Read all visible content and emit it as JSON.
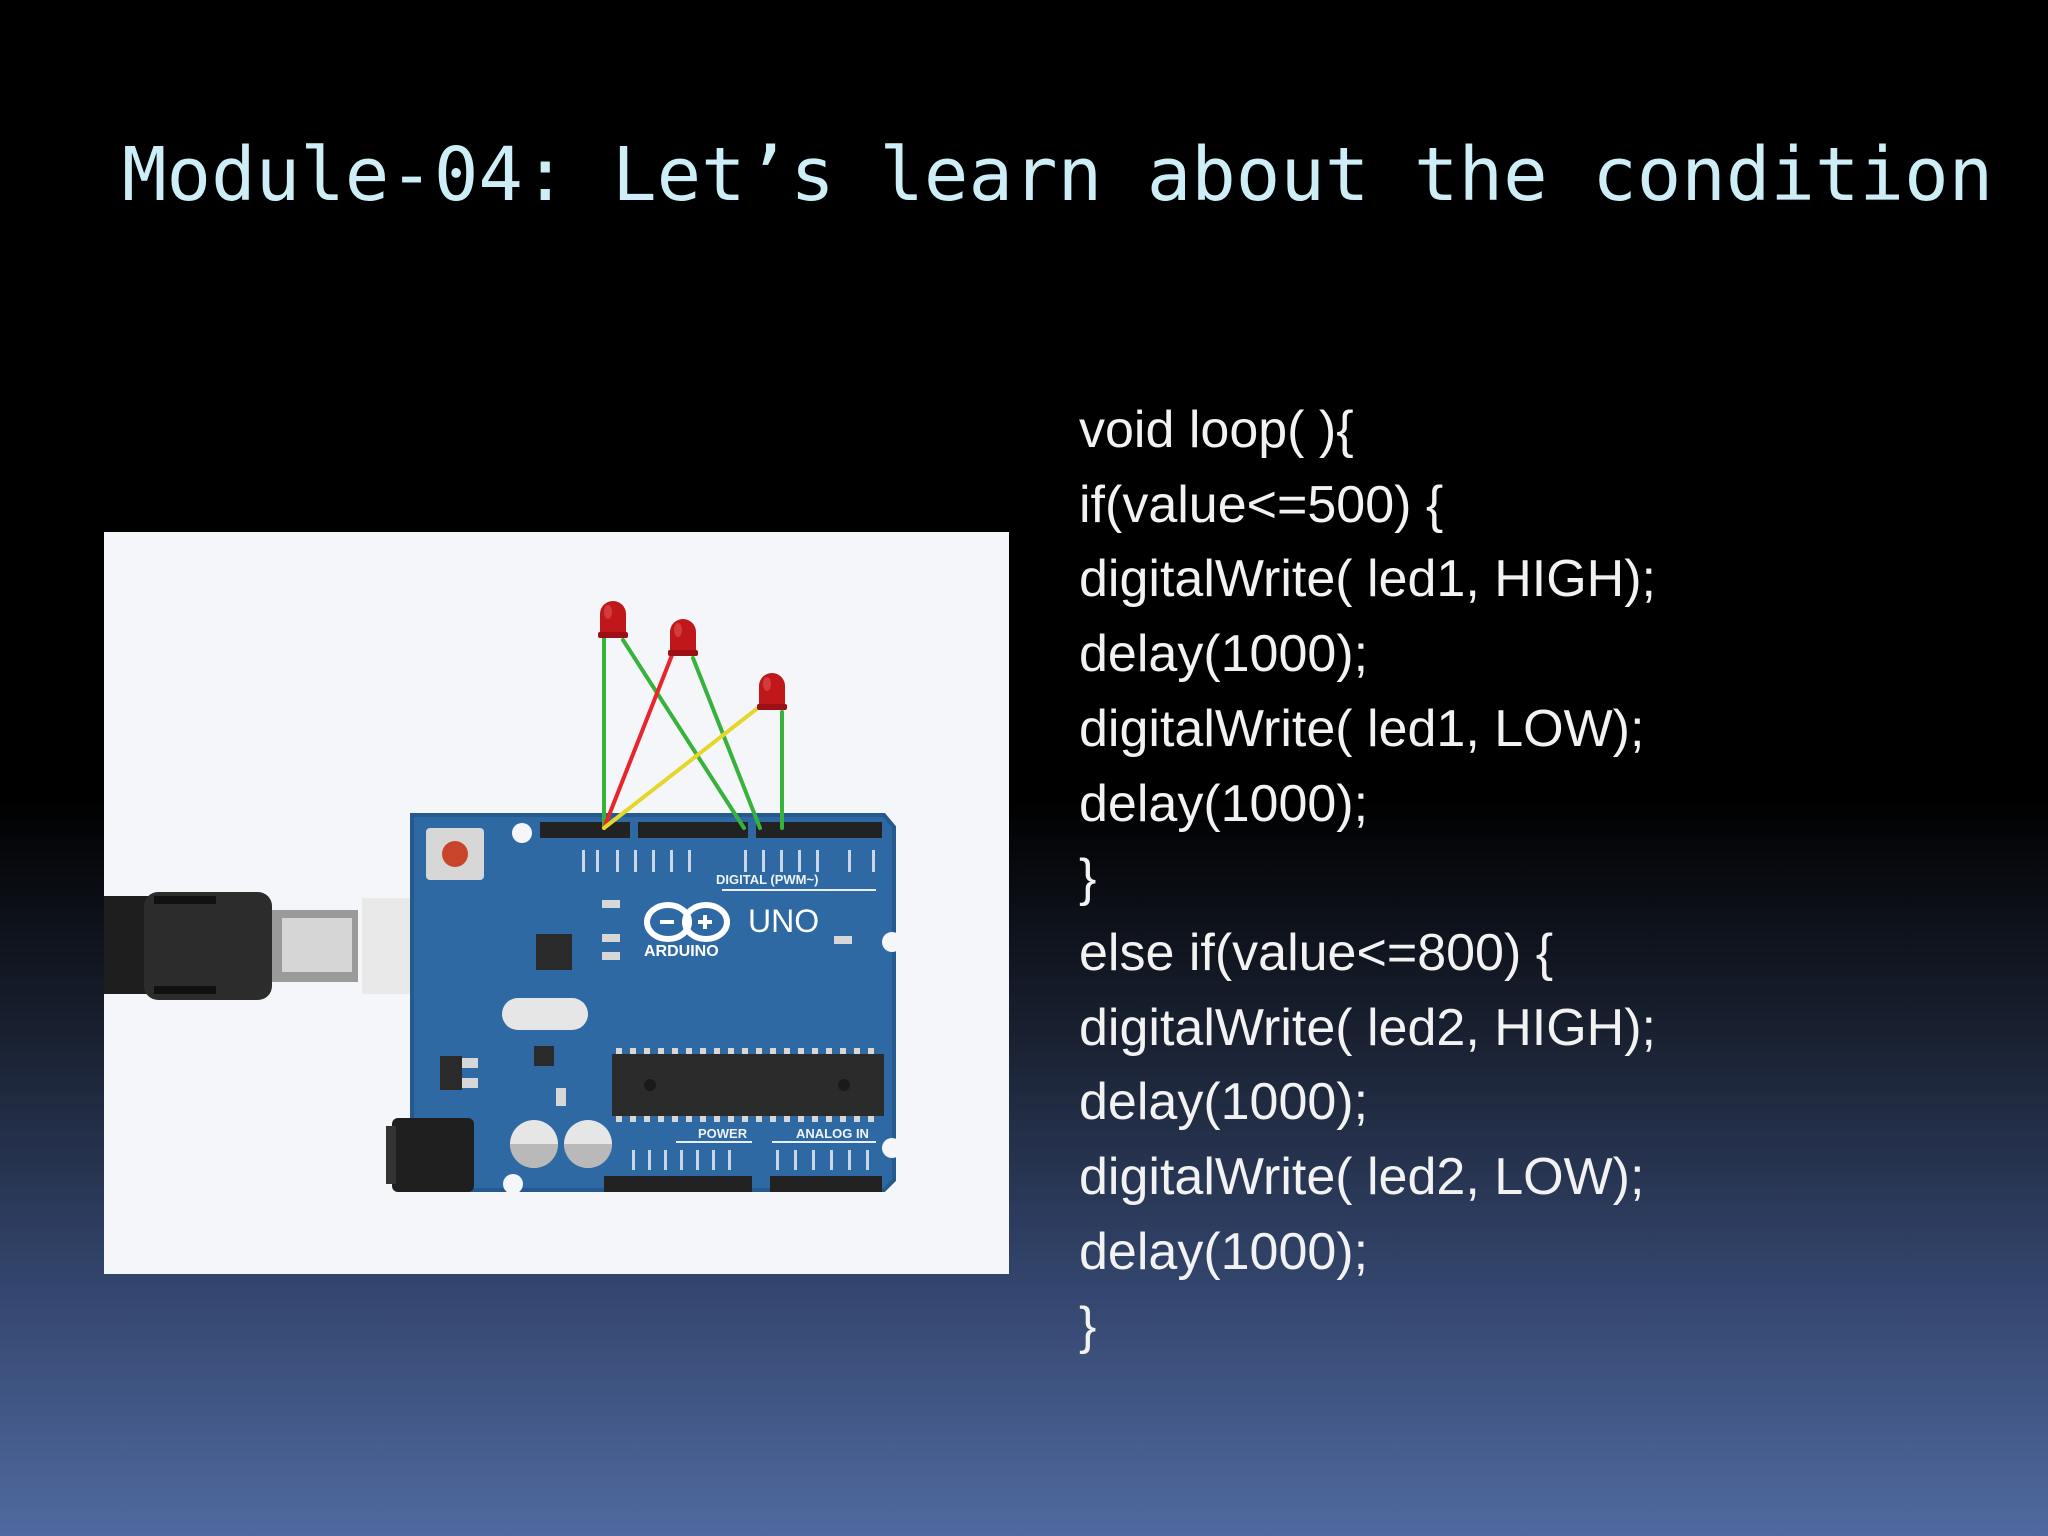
{
  "slide": {
    "title": "Module-04: Let’s learn about the condition"
  },
  "figure": {
    "board_brand": "ARDUINO",
    "board_model": "UNO",
    "header_digital": "DIGITAL (PWM~)",
    "header_power": "POWER",
    "header_analog": "ANALOG IN",
    "led_color": "#c0171b",
    "board_color": "#2f69a4",
    "wire_colors": [
      "#37b23c",
      "#e8252a",
      "#e5d72a"
    ]
  },
  "code": {
    "lines": [
      "void loop( ){",
      "if(value<=500) {",
      "digitalWrite( led1, HIGH);",
      "delay(1000);",
      "digitalWrite( led1, LOW);",
      "delay(1000);",
      "}",
      "else if(value<=800) {",
      "digitalWrite( led2, HIGH);",
      "delay(1000);",
      "digitalWrite( led2, LOW);",
      "delay(1000);",
      "}"
    ]
  }
}
